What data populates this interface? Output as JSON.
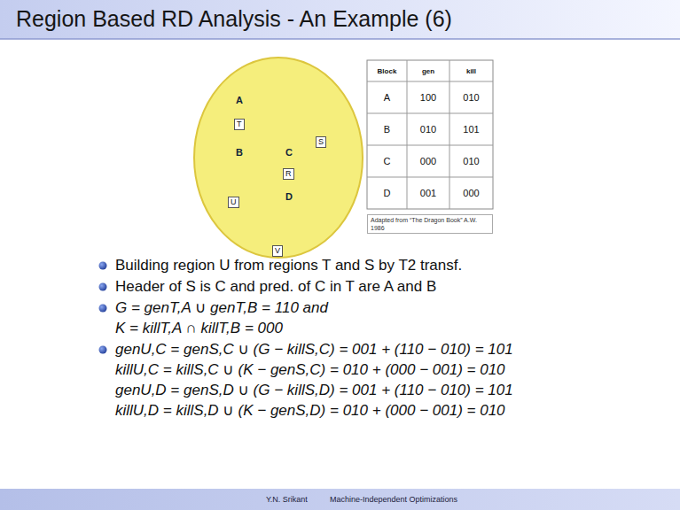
{
  "diagram": {
    "title": "Region Based RD Analysis - An Example (6)",
    "nodes": [
      {
        "text": [
          "V"
        ]
      },
      {
        "text": [
          "U"
        ],
        "in": 0
      },
      {
        "text": [
          "T"
        ],
        "in": 1
      },
      {
        "text": [
          "A"
        ],
        "in": 2
      },
      {
        "text": [
          "B"
        ],
        "in": 2
      },
      {
        "text": [
          "S"
        ],
        "in": 1
      },
      {
        "text": [
          "R"
        ],
        "in": 5
      },
      {
        "text": [
          "C"
        ],
        "in": 6
      },
      {
        "text": [
          "D"
        ],
        "in": 6
      }
    ],
    "labels": [
      "Block",
      "gen",
      "kill",
      "A",
      "100",
      "010",
      "B",
      "010",
      "101",
      "C",
      "000",
      "010",
      "D",
      "001",
      "000",
      "Adapted from “The Dragon Book” A.W. 1986",
      "Building region U from regions T and S by T2 transf.",
      "Header of S is C and pred. of C in T are A and B",
      "G = genT,A ∪ genT,B = 110 and",
      "K = killT,A ∩ killT,B = 000",
      "genU,C = genS,C ∪ (G − killS,C) = 001 + (110 − 010) = 101",
      "killU,C = killS,C ∪ (K − genS,C) = 010 + (000 − 001) = 010",
      "genU,D = genS,D ∪ (G − killS,D) = 001 + (110 − 010) = 101",
      "killU,D = killS,D ∪ (K − genS,D) = 010 + (000 − 001) = 010",
      "Y.N. Srikant",
      "Machine-Independent Optimizations"
    ]
  }
}
